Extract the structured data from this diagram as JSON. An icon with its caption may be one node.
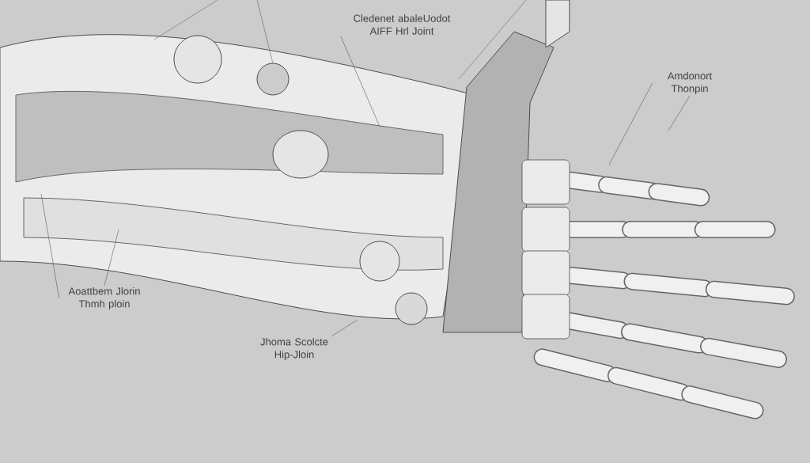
{
  "diagram": {
    "nodes": [
      {
        "text": [
          "Cledenet abaleUodot AIFF Hrl Joint"
        ]
      },
      {
        "text": [
          "Amdonort Thonpin"
        ]
      },
      {
        "text": [
          "Aoattbem Jlorin Thmh ploin"
        ]
      },
      {
        "text": [
          "Jhoma Scolcte Hip-Jloin"
        ]
      }
    ],
    "edges": [
      {
        "from": 0,
        "to": null,
        "arrow": "none"
      },
      {
        "from": 1,
        "to": null,
        "arrow": "none"
      },
      {
        "from": 1,
        "to": null,
        "arrow": "none"
      },
      {
        "from": 2,
        "to": null,
        "arrow": "none"
      },
      {
        "from": 2,
        "to": null,
        "arrow": "none"
      },
      {
        "from": 3,
        "to": null,
        "arrow": "none"
      }
    ]
  }
}
